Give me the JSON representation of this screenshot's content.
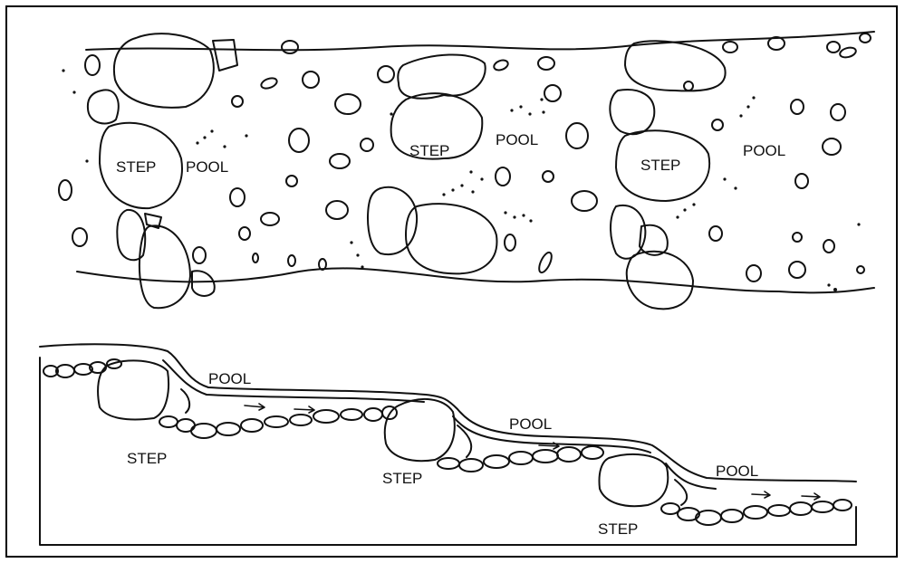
{
  "plan_view": {
    "labels": [
      {
        "id": "step-1",
        "text": "STEP"
      },
      {
        "id": "pool-1",
        "text": "POOL"
      },
      {
        "id": "step-2",
        "text": "STEP"
      },
      {
        "id": "pool-2",
        "text": "POOL"
      },
      {
        "id": "step-3",
        "text": "STEP"
      },
      {
        "id": "pool-3",
        "text": "POOL"
      }
    ]
  },
  "profile_view": {
    "labels": [
      {
        "id": "pool-1",
        "text": "POOL"
      },
      {
        "id": "step-1",
        "text": "STEP"
      },
      {
        "id": "pool-2",
        "text": "POOL"
      },
      {
        "id": "step-2",
        "text": "STEP"
      },
      {
        "id": "pool-3",
        "text": "POOL"
      },
      {
        "id": "step-3",
        "text": "STEP"
      }
    ]
  }
}
